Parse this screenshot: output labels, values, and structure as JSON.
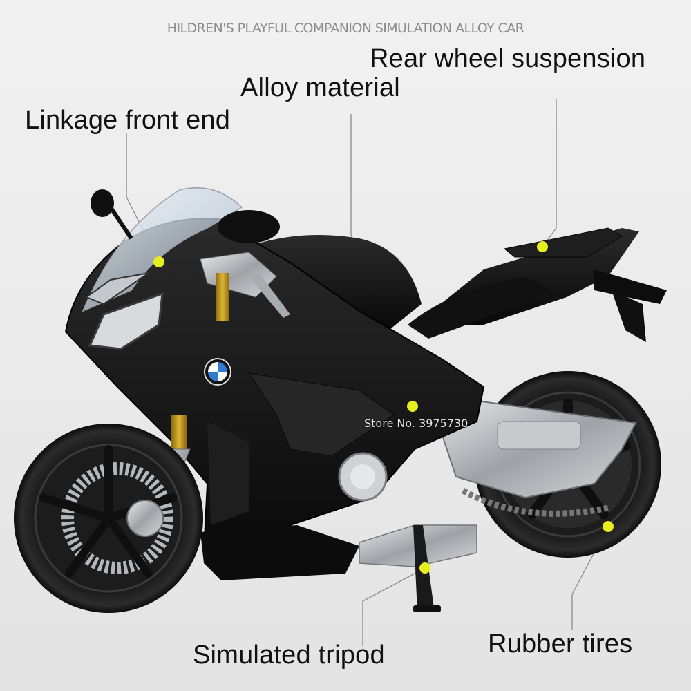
{
  "header": {
    "title": "HILDREN'S PLAYFUL COMPANION SIMULATION ALLOY CAR"
  },
  "callouts": {
    "rear_wheel_suspension": "Rear wheel suspension",
    "alloy_material": "Alloy material",
    "linkage_front_end": "Linkage front end",
    "simulated_tripod": "Simulated tripod",
    "rubber_tires": "Rubber tires"
  },
  "watermark": "Store No. 3975730",
  "colors": {
    "background": "#efefef",
    "marker_dot": "#e6ee1d",
    "leader_line": "#888888",
    "body": "#141414",
    "chrome": "#b9bcbf"
  },
  "icons": {
    "brand_badge": "bmw-roundel-icon"
  }
}
